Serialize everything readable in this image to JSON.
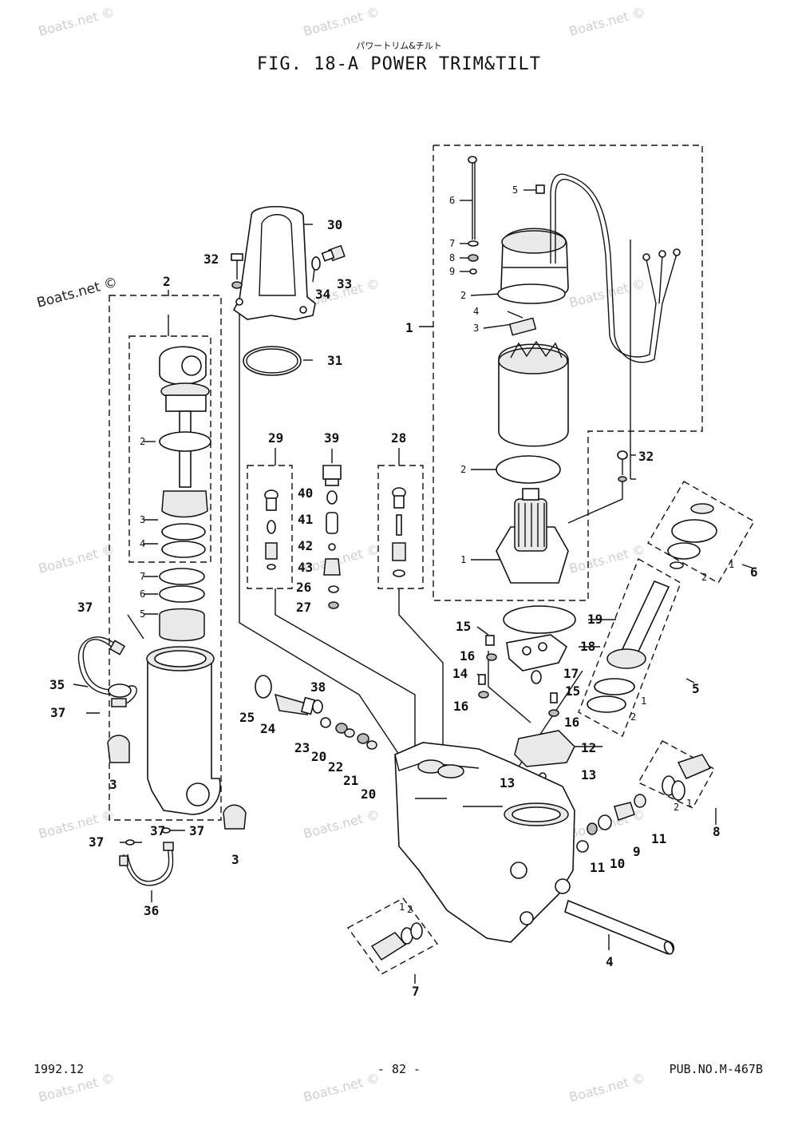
{
  "header": {
    "japanese_title": "パワートリム&チルト",
    "figure_title": "FIG. 18-A POWER TRIM&TILT"
  },
  "footer": {
    "date": "1992.12",
    "page_number": "- 82 -",
    "publication": "PUB.NO.M-467B"
  },
  "watermark": {
    "text": "Boats.net ©"
  },
  "callouts": [
    {
      "id": "c1-motor",
      "label": "1"
    },
    {
      "id": "c2-tilt-assy",
      "label": "2"
    },
    {
      "id": "c3-bush-top",
      "label": "3"
    },
    {
      "id": "c3-bush-bottom",
      "label": "3"
    },
    {
      "id": "c4-shaft",
      "label": "4"
    },
    {
      "id": "c5-valve",
      "label": "5"
    },
    {
      "id": "c6-cap",
      "label": "6"
    },
    {
      "id": "c7-plug",
      "label": "7"
    },
    {
      "id": "c8-valve",
      "label": "8"
    },
    {
      "id": "c9",
      "label": "9"
    },
    {
      "id": "c10",
      "label": "10"
    },
    {
      "id": "c11-a",
      "label": "11"
    },
    {
      "id": "c11-b",
      "label": "11"
    },
    {
      "id": "c12",
      "label": "12"
    },
    {
      "id": "c13-a",
      "label": "13"
    },
    {
      "id": "c13-b",
      "label": "13"
    },
    {
      "id": "c14",
      "label": "14"
    },
    {
      "id": "c15-a",
      "label": "15"
    },
    {
      "id": "c15-b",
      "label": "15"
    },
    {
      "id": "c16-a",
      "label": "16"
    },
    {
      "id": "c16-b",
      "label": "16"
    },
    {
      "id": "c16-c",
      "label": "16"
    },
    {
      "id": "c17",
      "label": "17"
    },
    {
      "id": "c18",
      "label": "18"
    },
    {
      "id": "c19",
      "label": "19"
    },
    {
      "id": "c20-a",
      "label": "20"
    },
    {
      "id": "c20-b",
      "label": "20"
    },
    {
      "id": "c21",
      "label": "21"
    },
    {
      "id": "c22",
      "label": "22"
    },
    {
      "id": "c23",
      "label": "23"
    },
    {
      "id": "c24",
      "label": "24"
    },
    {
      "id": "c25",
      "label": "25"
    },
    {
      "id": "c26",
      "label": "26"
    },
    {
      "id": "c27",
      "label": "27"
    },
    {
      "id": "c28",
      "label": "28"
    },
    {
      "id": "c29",
      "label": "29"
    },
    {
      "id": "c30",
      "label": "30"
    },
    {
      "id": "c31",
      "label": "31"
    },
    {
      "id": "c32-a",
      "label": "32"
    },
    {
      "id": "c32-b",
      "label": "32"
    },
    {
      "id": "c33",
      "label": "33"
    },
    {
      "id": "c34",
      "label": "34"
    },
    {
      "id": "c35",
      "label": "35"
    },
    {
      "id": "c36",
      "label": "36"
    },
    {
      "id": "c37-a",
      "label": "37"
    },
    {
      "id": "c37-b",
      "label": "37"
    },
    {
      "id": "c37-c",
      "label": "37"
    },
    {
      "id": "c37-d",
      "label": "37"
    },
    {
      "id": "c37-e",
      "label": "37"
    },
    {
      "id": "c38",
      "label": "38"
    },
    {
      "id": "c39",
      "label": "39"
    },
    {
      "id": "c40",
      "label": "40"
    },
    {
      "id": "c41",
      "label": "41"
    },
    {
      "id": "c42",
      "label": "42"
    },
    {
      "id": "c43",
      "label": "43"
    }
  ],
  "sub_callouts": [
    {
      "id": "s-motor-6",
      "label": "6"
    },
    {
      "id": "s-motor-5",
      "label": "5"
    },
    {
      "id": "s-motor-7",
      "label": "7"
    },
    {
      "id": "s-motor-8",
      "label": "8"
    },
    {
      "id": "s-motor-9",
      "label": "9"
    },
    {
      "id": "s-motor-2a",
      "label": "2"
    },
    {
      "id": "s-motor-4",
      "label": "4"
    },
    {
      "id": "s-motor-3",
      "label": "3"
    },
    {
      "id": "s-motor-2b",
      "label": "2"
    },
    {
      "id": "s-motor-1",
      "label": "1"
    },
    {
      "id": "s-tilt-2",
      "label": "2"
    },
    {
      "id": "s-tilt-3",
      "label": "3"
    },
    {
      "id": "s-tilt-4",
      "label": "4"
    },
    {
      "id": "s-tilt-7",
      "label": "7"
    },
    {
      "id": "s-tilt-6",
      "label": "6"
    },
    {
      "id": "s-tilt-5",
      "label": "5"
    },
    {
      "id": "s-cap-1",
      "label": "1"
    },
    {
      "id": "s-cap-2",
      "label": "2"
    },
    {
      "id": "s-valve5-1",
      "label": "1"
    },
    {
      "id": "s-valve5-2",
      "label": "2"
    },
    {
      "id": "s-valve8-1",
      "label": "1"
    },
    {
      "id": "s-valve8-2",
      "label": "2"
    },
    {
      "id": "s-plug7-1",
      "label": "1"
    },
    {
      "id": "s-plug7-2",
      "label": "2"
    }
  ]
}
